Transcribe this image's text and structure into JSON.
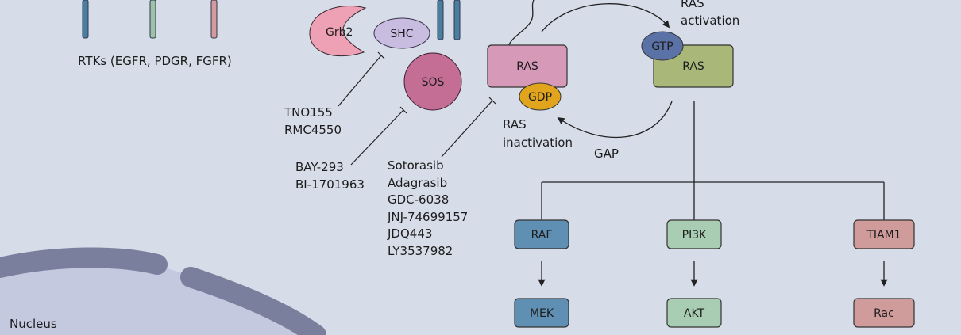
{
  "receptors_label": "RTKs (EGFR, PDGR, FGFR)",
  "adaptors": {
    "grb2": "Grb2",
    "shc": "SHC",
    "sos": "SOS"
  },
  "ras_inactive": {
    "label": "RAS",
    "gdp": "GDP"
  },
  "ras_active": {
    "label": "RAS",
    "gtp": "GTP"
  },
  "activation": {
    "line1": "RAS",
    "line2": "activation"
  },
  "inactivation": {
    "line1": "RAS",
    "line2": "inactivation"
  },
  "gap_label": "GAP",
  "shp2_inhibitors": [
    "TNO155",
    "RMC4550"
  ],
  "sos_inhibitors": [
    "BAY-293",
    "BI-1701963"
  ],
  "ras_inhibitors": [
    "Sotorasib",
    "Adagrasib",
    "GDC-6038",
    "JNJ-74699157",
    "JDQ443",
    "LY3537982"
  ],
  "effectors": {
    "raf": "RAF",
    "mek": "MEK",
    "pi3k": "PI3K",
    "akt": "AKT",
    "tiam1": "TIAM1",
    "rac": "Rac"
  },
  "nucleus_label": "Nucleus",
  "colors": {
    "background": "#d6dce8",
    "grb2": "#eea1b5",
    "shc": "#c8bce0",
    "sos": "#c46e96",
    "ras_inactive": "#d69ab8",
    "gdp": "#e0a51c",
    "ras_active": "#a9b878",
    "gtp": "#5b72a6",
    "raf_mek": "#5f8fb3",
    "pi3k_akt": "#a9cdb2",
    "tiam1_rac": "#d09b9b",
    "nucleus_membrane": "#7b7f9e",
    "nucleus_fill": "#c4c9df"
  }
}
